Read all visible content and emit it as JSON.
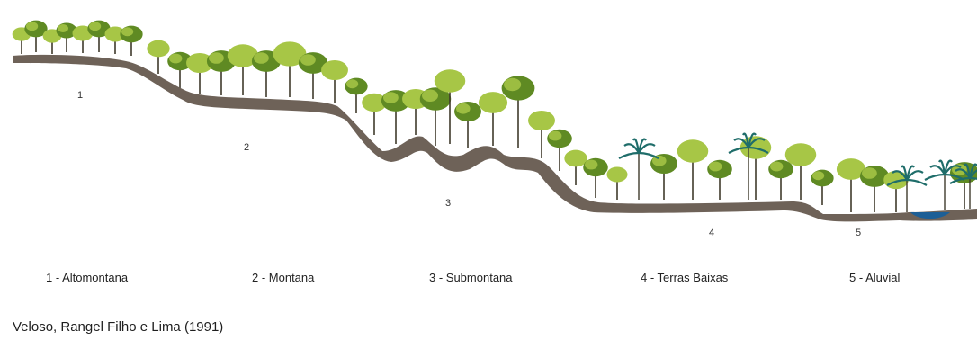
{
  "zones": [
    {
      "number": "1",
      "label": "1 - Altomontana"
    },
    {
      "number": "2",
      "label": "2 - Montana"
    },
    {
      "number": "3",
      "label": "3 - Submontana"
    },
    {
      "number": "4",
      "label": "4 - Terras Baixas"
    },
    {
      "number": "5",
      "label": "5 - Aluvial"
    }
  ],
  "citation": "Veloso, Rangel Filho e Lima (1991)",
  "colors": {
    "ground": "#6e6258",
    "canopy_dark": "#5f8a23",
    "canopy_light": "#a7c646",
    "trunk": "#3f3a2c",
    "palm": "#1f6d6a",
    "water": "#1d5f96"
  }
}
